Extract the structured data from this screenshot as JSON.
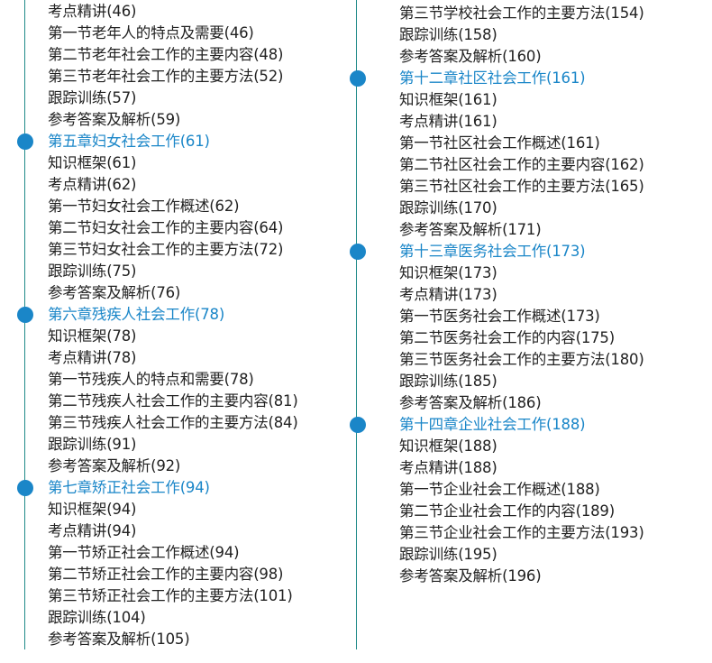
{
  "colors": {
    "chapter": "#1a86c8",
    "text": "#222222",
    "line": "#1f8a88"
  },
  "left_entries": [
    {
      "text": "考点精讲(46)",
      "chapter": false
    },
    {
      "text": "第一节老年人的特点及需要(46)",
      "chapter": false
    },
    {
      "text": "第二节老年社会工作的主要内容(48)",
      "chapter": false
    },
    {
      "text": "第三节老年社会工作的主要方法(52)",
      "chapter": false
    },
    {
      "text": "跟踪训练(57)",
      "chapter": false
    },
    {
      "text": "参考答案及解析(59)",
      "chapter": false
    },
    {
      "text": "第五章妇女社会工作(61)",
      "chapter": true
    },
    {
      "text": "知识框架(61)",
      "chapter": false
    },
    {
      "text": "考点精讲(62)",
      "chapter": false
    },
    {
      "text": "第一节妇女社会工作概述(62)",
      "chapter": false
    },
    {
      "text": "第二节妇女社会工作的主要内容(64)",
      "chapter": false
    },
    {
      "text": "第三节妇女社会工作的主要方法(72)",
      "chapter": false
    },
    {
      "text": "跟踪训练(75)",
      "chapter": false
    },
    {
      "text": "参考答案及解析(76)",
      "chapter": false
    },
    {
      "text": "第六章残疾人社会工作(78)",
      "chapter": true
    },
    {
      "text": "知识框架(78)",
      "chapter": false
    },
    {
      "text": "考点精讲(78)",
      "chapter": false
    },
    {
      "text": "第一节残疾人的特点和需要(78)",
      "chapter": false
    },
    {
      "text": "第二节残疾人社会工作的主要内容(81)",
      "chapter": false
    },
    {
      "text": "第三节残疾人社会工作的主要方法(84)",
      "chapter": false
    },
    {
      "text": "跟踪训练(91)",
      "chapter": false
    },
    {
      "text": "参考答案及解析(92)",
      "chapter": false
    },
    {
      "text": "第七章矫正社会工作(94)",
      "chapter": true
    },
    {
      "text": "知识框架(94)",
      "chapter": false
    },
    {
      "text": "考点精讲(94)",
      "chapter": false
    },
    {
      "text": "第一节矫正社会工作概述(94)",
      "chapter": false
    },
    {
      "text": "第二节矫正社会工作的主要内容(98)",
      "chapter": false
    },
    {
      "text": "第三节矫正社会工作的主要方法(101)",
      "chapter": false
    },
    {
      "text": "跟踪训练(104)",
      "chapter": false
    },
    {
      "text": "参考答案及解析(105)",
      "chapter": false
    }
  ],
  "right_entries": [
    {
      "text": "第三节学校社会工作的主要方法(154)",
      "chapter": false
    },
    {
      "text": "跟踪训练(158)",
      "chapter": false
    },
    {
      "text": "参考答案及解析(160)",
      "chapter": false
    },
    {
      "text": "第十二章社区社会工作(161)",
      "chapter": true
    },
    {
      "text": "知识框架(161)",
      "chapter": false
    },
    {
      "text": "考点精讲(161)",
      "chapter": false
    },
    {
      "text": "第一节社区社会工作概述(161)",
      "chapter": false
    },
    {
      "text": "第二节社区社会工作的主要内容(162)",
      "chapter": false
    },
    {
      "text": "第三节社区社会工作的主要方法(165)",
      "chapter": false
    },
    {
      "text": "跟踪训练(170)",
      "chapter": false
    },
    {
      "text": "参考答案及解析(171)",
      "chapter": false
    },
    {
      "text": "第十三章医务社会工作(173)",
      "chapter": true
    },
    {
      "text": "知识框架(173)",
      "chapter": false
    },
    {
      "text": "考点精讲(173)",
      "chapter": false
    },
    {
      "text": "第一节医务社会工作概述(173)",
      "chapter": false
    },
    {
      "text": "第二节医务社会工作的内容(175)",
      "chapter": false
    },
    {
      "text": "第三节医务社会工作的主要方法(180)",
      "chapter": false
    },
    {
      "text": "跟踪训练(185)",
      "chapter": false
    },
    {
      "text": "参考答案及解析(186)",
      "chapter": false
    },
    {
      "text": "第十四章企业社会工作(188)",
      "chapter": true
    },
    {
      "text": "知识框架(188)",
      "chapter": false
    },
    {
      "text": "考点精讲(188)",
      "chapter": false
    },
    {
      "text": "第一节企业社会工作概述(188)",
      "chapter": false
    },
    {
      "text": "第二节企业社会工作的内容(189)",
      "chapter": false
    },
    {
      "text": "第三节企业社会工作的主要方法(193)",
      "chapter": false
    },
    {
      "text": "跟踪训练(195)",
      "chapter": false
    },
    {
      "text": "参考答案及解析(196)",
      "chapter": false
    }
  ]
}
